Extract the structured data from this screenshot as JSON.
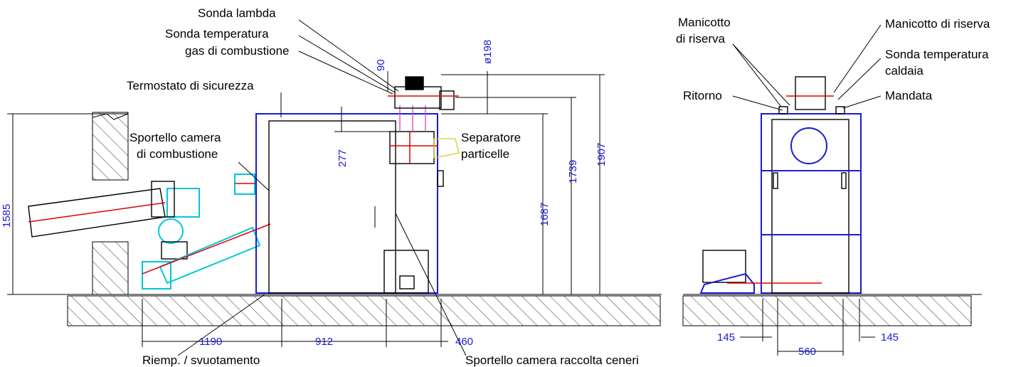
{
  "labels": {
    "sonda_lambda": "Sonda lambda",
    "sonda_temp_gas_1": "Sonda temperatura",
    "sonda_temp_gas_2": "gas di combustione",
    "termostato": "Termostato di sicurezza",
    "sportello_camera_1": "Sportello camera",
    "sportello_camera_2": "di combustione",
    "separatore_1": "Separatore",
    "separatore_2": "particelle",
    "riemp": "Riemp. / svuotamento",
    "sportello_ceneri": "Sportello camera raccolta ceneri",
    "manicotto_riserva_left_1": "Manicotto",
    "manicotto_riserva_left_2": "di riserva",
    "manicotto_riserva_right": "Manicotto di riserva",
    "sonda_temp_caldaia_1": "Sonda temperatura",
    "sonda_temp_caldaia_2": "caldaia",
    "ritorno": "Ritorno",
    "mandata": "Mandata"
  },
  "dimensions": {
    "d1585": "1585",
    "d90": "90",
    "d198": "ø198",
    "d277": "277",
    "d1687": "1687",
    "d1739": "1739",
    "d1907": "1907",
    "d1190": "1190",
    "d912": "912",
    "d460": "460",
    "d145_left": "145",
    "d145_right": "145",
    "d560": "560"
  },
  "colors": {
    "outline": "#1a1ad6",
    "dimension_text": "#1a1ad6",
    "auger": "#00c8d8",
    "axis": "#e00000",
    "pipes": "#d040d0"
  }
}
